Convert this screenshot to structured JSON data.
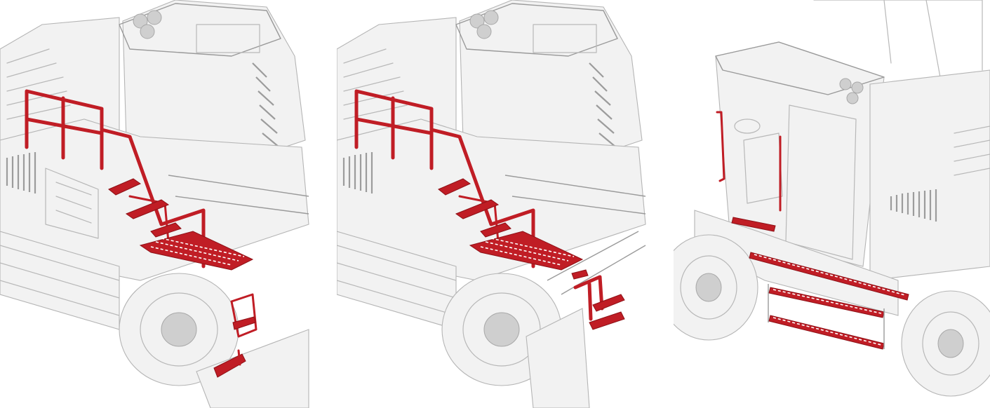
{
  "illustration": {
    "highlight_color": "#c01d25",
    "line_color": "#b8b8b8",
    "panels": [
      {
        "id": "rear-access-railing",
        "highlighted_parts": [
          "handrail",
          "steps",
          "platform",
          "lower-ladder",
          "bottom-step"
        ]
      },
      {
        "id": "side-access-alt",
        "highlighted_parts": [
          "handrail",
          "steps",
          "platform",
          "boom-step-unit"
        ]
      },
      {
        "id": "cab-entry",
        "highlighted_parts": [
          "cab-grab-handles",
          "cab-entry-steps"
        ]
      }
    ]
  }
}
